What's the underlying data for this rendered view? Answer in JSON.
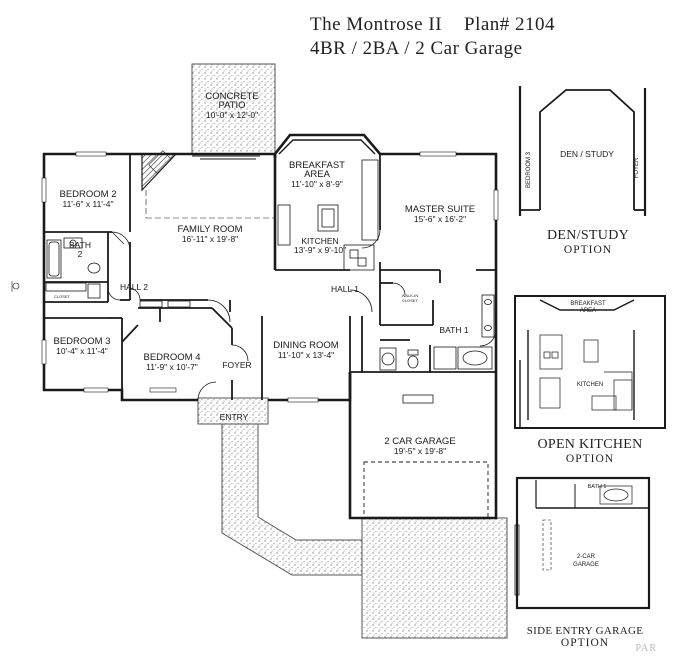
{
  "header": {
    "title": "The Montrose II",
    "plan": "Plan# 2104",
    "subtitle": "4BR / 2BA / 2 Car Garage"
  },
  "rooms": {
    "patio": {
      "name": "CONCRETE",
      "name2": "PATIO",
      "dims": "10'-0\" x 12'-0\""
    },
    "bedroom2": {
      "name": "BEDROOM 2",
      "dims": "11'-6\" x 11'-4\""
    },
    "family": {
      "name": "FAMILY ROOM",
      "dims": "16'-11\" x 19'-8\""
    },
    "breakfast": {
      "name": "BREAKFAST",
      "name2": "AREA",
      "dims": "11'-10\" x 8'-9\""
    },
    "kitchen": {
      "name": "KITCHEN",
      "dims": "13'-9\" x 9'-10\""
    },
    "master": {
      "name": "MASTER SUITE",
      "dims": "15'-6\" x 16'-2\""
    },
    "bath2": {
      "name": "BATH",
      "name2": "2"
    },
    "hall2": {
      "name": "HALL 2"
    },
    "hall1": {
      "name": "HALL 1"
    },
    "closet": {
      "name": "CLOSET"
    },
    "walkin": {
      "name": "WALK-IN",
      "name2": "CLOSET"
    },
    "bath1": {
      "name": "BATH 1"
    },
    "bedroom3": {
      "name": "BEDROOM 3",
      "dims": "10'-4\" x 11'-4\""
    },
    "bedroom4": {
      "name": "BEDROOM 4",
      "dims": "11'-9\" x 10'-7\""
    },
    "foyer": {
      "name": "FOYER"
    },
    "dining": {
      "name": "DINING ROOM",
      "dims": "11'-10\" x 13'-4\""
    },
    "entry": {
      "name": "ENTRY"
    },
    "garage": {
      "name": "2 CAR GARAGE",
      "dims": "19'-5\" x 19'-8\""
    }
  },
  "options": {
    "den": {
      "title": "DEN/STUDY",
      "sub": "OPTION",
      "room": "DEN / STUDY",
      "bedroom": "BEDROOM 3",
      "foyer": "FOYER"
    },
    "kitchen": {
      "title": "OPEN KITCHEN",
      "sub": "OPTION",
      "breakfast": "BREAKFAST",
      "breakfast2": "AREA",
      "kitchen": "KITCHEN"
    },
    "garage": {
      "title": "SIDE ENTRY GARAGE",
      "sub": "OPTION",
      "bath": "BATH 1",
      "garage": "2-CAR",
      "garage2": "GARAGE"
    }
  },
  "watermark": "PAR",
  "colors": {
    "line": "#1a1a1a",
    "hatch": "#8a8a8a"
  }
}
